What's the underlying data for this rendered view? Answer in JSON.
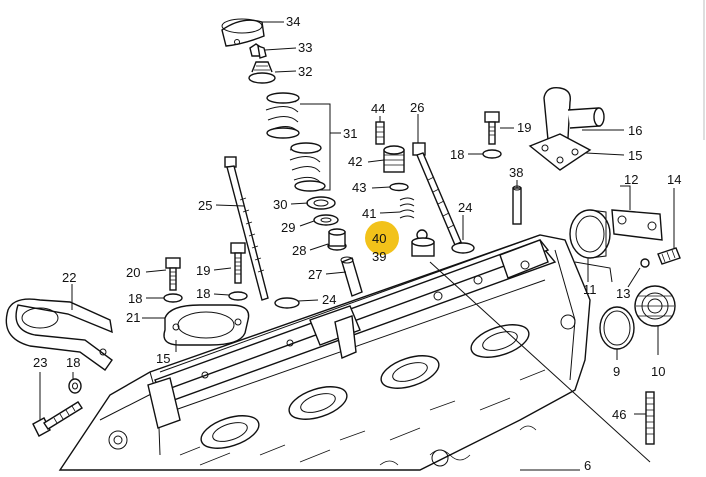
{
  "callouts": [
    {
      "id": "c34",
      "text": "34"
    },
    {
      "id": "c33",
      "text": "33"
    },
    {
      "id": "c32",
      "text": "32"
    },
    {
      "id": "c31",
      "text": "31"
    },
    {
      "id": "c44",
      "text": "44"
    },
    {
      "id": "c26",
      "text": "26"
    },
    {
      "id": "c42",
      "text": "42"
    },
    {
      "id": "c43",
      "text": "43"
    },
    {
      "id": "c19a",
      "text": "19"
    },
    {
      "id": "c16",
      "text": "16"
    },
    {
      "id": "c18a",
      "text": "18"
    },
    {
      "id": "c15a",
      "text": "15"
    },
    {
      "id": "c38",
      "text": "38"
    },
    {
      "id": "c12",
      "text": "12"
    },
    {
      "id": "c14",
      "text": "14"
    },
    {
      "id": "c25",
      "text": "25"
    },
    {
      "id": "c30",
      "text": "30"
    },
    {
      "id": "c29",
      "text": "29"
    },
    {
      "id": "c41",
      "text": "41"
    },
    {
      "id": "c24a",
      "text": "24"
    },
    {
      "id": "c40",
      "text": "40"
    },
    {
      "id": "c39",
      "text": "39"
    },
    {
      "id": "c28",
      "text": "28"
    },
    {
      "id": "c27",
      "text": "27"
    },
    {
      "id": "c24b",
      "text": "24"
    },
    {
      "id": "c22",
      "text": "22"
    },
    {
      "id": "c20",
      "text": "20"
    },
    {
      "id": "c19b",
      "text": "19"
    },
    {
      "id": "c18b",
      "text": "18"
    },
    {
      "id": "c18c",
      "text": "18"
    },
    {
      "id": "c21",
      "text": "21"
    },
    {
      "id": "c15b",
      "text": "15"
    },
    {
      "id": "c11",
      "text": "11"
    },
    {
      "id": "c13",
      "text": "13"
    },
    {
      "id": "c9",
      "text": "9"
    },
    {
      "id": "c10",
      "text": "10"
    },
    {
      "id": "c23",
      "text": "23"
    },
    {
      "id": "c18d",
      "text": "18"
    },
    {
      "id": "c46",
      "text": "46"
    },
    {
      "id": "c6",
      "text": "6"
    }
  ],
  "highlight": {
    "callout": "40",
    "color": "#f2c21a"
  }
}
